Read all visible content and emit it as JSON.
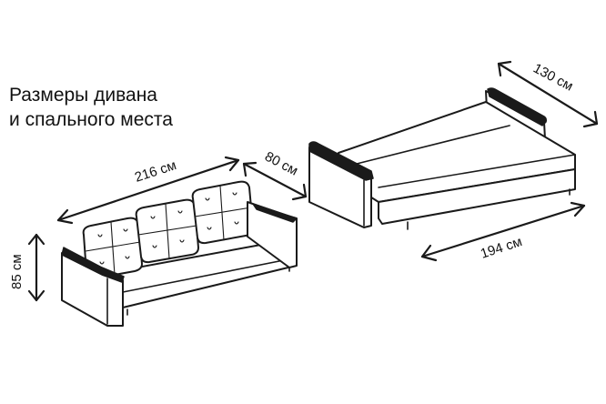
{
  "title": {
    "line1": "Размеры дивана",
    "line2": "и спального места"
  },
  "dimensions": {
    "sofa_width": "216 см",
    "sofa_depth": "80 см",
    "sofa_height": "85 см",
    "bed_width": "130 см",
    "bed_length": "194 см"
  }
}
